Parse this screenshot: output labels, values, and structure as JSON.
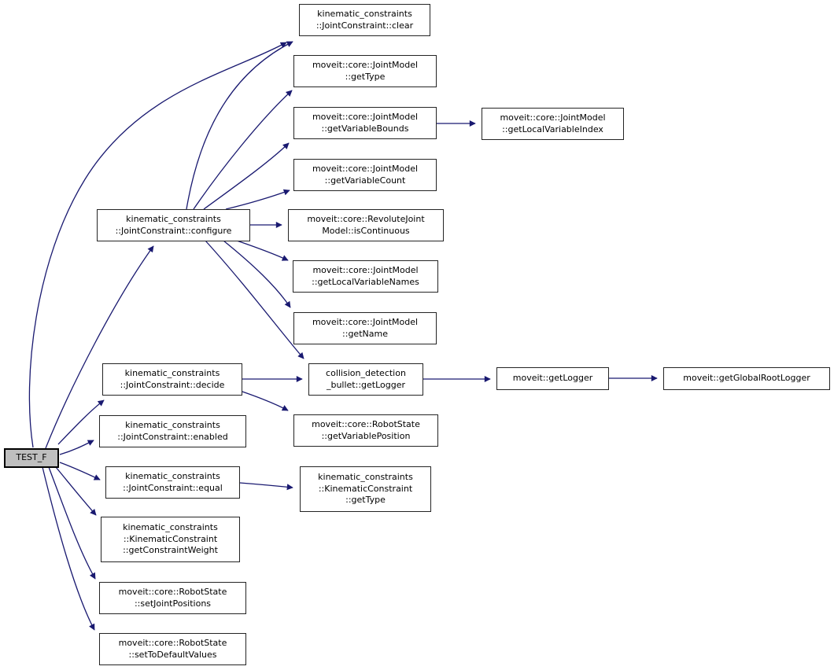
{
  "graph": {
    "kind": "doxygen-call-graph",
    "colors": {
      "edge": "#191970",
      "node_fill": "#ffffff",
      "node_border": "#242424",
      "root_fill": "#bfbfbf",
      "background": "#ffffff"
    },
    "root": "test_f",
    "nodes": [
      {
        "id": "test_f",
        "label": "TEST_F",
        "lines": [
          "TEST_F"
        ]
      },
      {
        "id": "clear",
        "label": "kinematic_constraints::JointConstraint::clear",
        "lines": [
          "kinematic_constraints",
          "::JointConstraint::clear"
        ]
      },
      {
        "id": "get_type",
        "label": "moveit::core::JointModel::getType",
        "lines": [
          "moveit::core::JointModel",
          "::getType"
        ]
      },
      {
        "id": "get_variable_bounds",
        "label": "moveit::core::JointModel::getVariableBounds",
        "lines": [
          "moveit::core::JointModel",
          "::getVariableBounds"
        ]
      },
      {
        "id": "get_local_variable_index",
        "label": "moveit::core::JointModel::getLocalVariableIndex",
        "lines": [
          "moveit::core::JointModel",
          "::getLocalVariableIndex"
        ]
      },
      {
        "id": "get_variable_count",
        "label": "moveit::core::JointModel::getVariableCount",
        "lines": [
          "moveit::core::JointModel",
          "::getVariableCount"
        ]
      },
      {
        "id": "is_continuous",
        "label": "moveit::core::RevoluteJointModel::isContinuous",
        "lines": [
          "moveit::core::RevoluteJoint",
          "Model::isContinuous"
        ]
      },
      {
        "id": "get_local_variable_names",
        "label": "moveit::core::JointModel::getLocalVariableNames",
        "lines": [
          "moveit::core::JointModel",
          "::getLocalVariableNames"
        ]
      },
      {
        "id": "get_name",
        "label": "moveit::core::JointModel::getName",
        "lines": [
          "moveit::core::JointModel",
          "::getName"
        ]
      },
      {
        "id": "configure",
        "label": "kinematic_constraints::JointConstraint::configure",
        "lines": [
          "kinematic_constraints",
          "::JointConstraint::configure"
        ]
      },
      {
        "id": "decide",
        "label": "kinematic_constraints::JointConstraint::decide",
        "lines": [
          "kinematic_constraints",
          "::JointConstraint::decide"
        ]
      },
      {
        "id": "bullet_get_logger",
        "label": "collision_detection_bullet::getLogger",
        "lines": [
          "collision_detection",
          "_bullet::getLogger"
        ]
      },
      {
        "id": "moveit_get_logger",
        "label": "moveit::getLogger",
        "lines": [
          "moveit::getLogger"
        ]
      },
      {
        "id": "get_global_root_logger",
        "label": "moveit::getGlobalRootLogger",
        "lines": [
          "moveit::getGlobalRootLogger"
        ]
      },
      {
        "id": "enabled",
        "label": "kinematic_constraints::JointConstraint::enabled",
        "lines": [
          "kinematic_constraints",
          "::JointConstraint::enabled"
        ]
      },
      {
        "id": "get_variable_position",
        "label": "moveit::core::RobotState::getVariablePosition",
        "lines": [
          "moveit::core::RobotState",
          "::getVariablePosition"
        ]
      },
      {
        "id": "equal",
        "label": "kinematic_constraints::JointConstraint::equal",
        "lines": [
          "kinematic_constraints",
          "::JointConstraint::equal"
        ]
      },
      {
        "id": "kinematic_constraint_get_type",
        "label": "kinematic_constraints::KinematicConstraint::getType",
        "lines": [
          "kinematic_constraints",
          "::KinematicConstraint",
          "::getType"
        ]
      },
      {
        "id": "get_constraint_weight",
        "label": "kinematic_constraints::KinematicConstraint::getConstraintWeight",
        "lines": [
          "kinematic_constraints",
          "::KinematicConstraint",
          "::getConstraintWeight"
        ]
      },
      {
        "id": "set_joint_positions",
        "label": "moveit::core::RobotState::setJointPositions",
        "lines": [
          "moveit::core::RobotState",
          "::setJointPositions"
        ]
      },
      {
        "id": "set_to_default_values",
        "label": "moveit::core::RobotState::setToDefaultValues",
        "lines": [
          "moveit::core::RobotState",
          "::setToDefaultValues"
        ]
      }
    ],
    "edges": [
      {
        "from": "test_f",
        "to": "clear"
      },
      {
        "from": "test_f",
        "to": "configure"
      },
      {
        "from": "test_f",
        "to": "decide"
      },
      {
        "from": "test_f",
        "to": "enabled"
      },
      {
        "from": "test_f",
        "to": "equal"
      },
      {
        "from": "test_f",
        "to": "get_constraint_weight"
      },
      {
        "from": "test_f",
        "to": "set_joint_positions"
      },
      {
        "from": "test_f",
        "to": "set_to_default_values"
      },
      {
        "from": "configure",
        "to": "clear"
      },
      {
        "from": "configure",
        "to": "get_type"
      },
      {
        "from": "configure",
        "to": "get_variable_bounds"
      },
      {
        "from": "configure",
        "to": "get_variable_count"
      },
      {
        "from": "configure",
        "to": "is_continuous"
      },
      {
        "from": "configure",
        "to": "get_local_variable_names"
      },
      {
        "from": "configure",
        "to": "get_name"
      },
      {
        "from": "configure",
        "to": "bullet_get_logger"
      },
      {
        "from": "decide",
        "to": "bullet_get_logger"
      },
      {
        "from": "decide",
        "to": "get_variable_position"
      },
      {
        "from": "get_variable_bounds",
        "to": "get_local_variable_index"
      },
      {
        "from": "bullet_get_logger",
        "to": "moveit_get_logger"
      },
      {
        "from": "moveit_get_logger",
        "to": "get_global_root_logger"
      },
      {
        "from": "equal",
        "to": "kinematic_constraint_get_type"
      }
    ]
  }
}
